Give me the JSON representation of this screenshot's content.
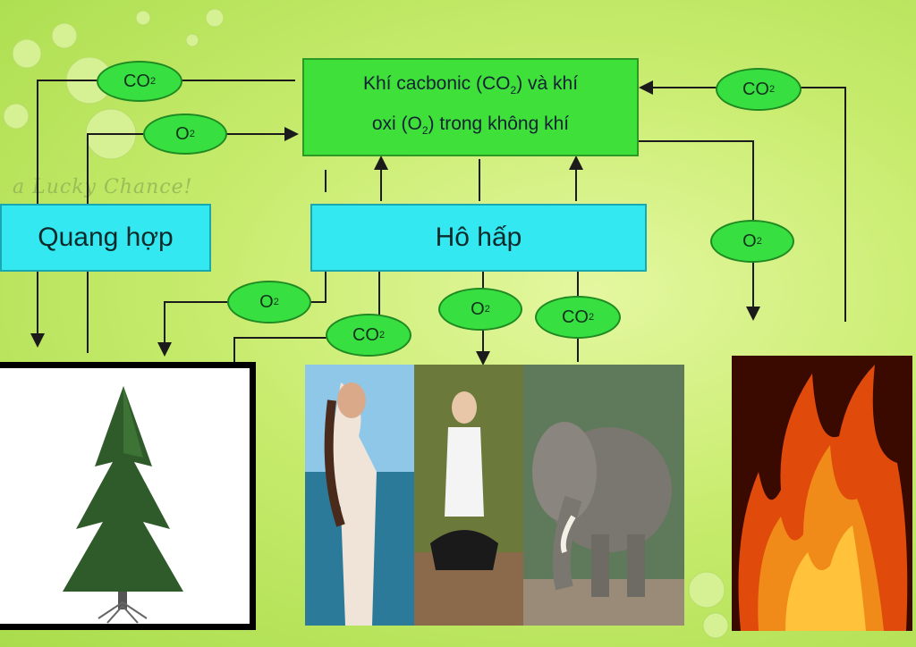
{
  "watermark": "a Lucky Chance!",
  "central_box": {
    "line1": "Khí cacbonic (CO",
    "sub1": "2",
    "line1b": ") và khí",
    "line2a": "oxi (O",
    "sub2": "2",
    "line2b": ") trong không khí"
  },
  "process_boxes": {
    "photosynthesis": "Quang hợp",
    "respiration": "Hô hấp"
  },
  "bubbles": [
    {
      "base": "CO",
      "sub": "2"
    },
    {
      "base": "O",
      "sub": "2"
    },
    {
      "base": "CO",
      "sub": "2"
    },
    {
      "base": "O",
      "sub": "2"
    },
    {
      "base": "O",
      "sub": "2"
    },
    {
      "base": "CO",
      "sub": "2"
    },
    {
      "base": "O",
      "sub": "2"
    },
    {
      "base": "CO",
      "sub": "2"
    }
  ],
  "colors": {
    "central_fill": "#3fe03a",
    "process_fill": "#33e8f0",
    "bubble_fill": "#37e040",
    "background": "#c8ec6e"
  }
}
